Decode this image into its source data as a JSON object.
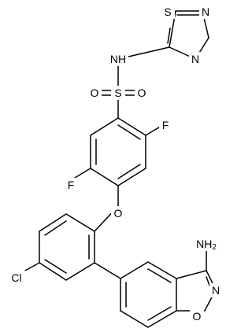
{
  "structure": {
    "atom_labels": {
      "s_ring": "S",
      "n_ring_top": "N",
      "n_ring_bottom": "N",
      "nh": "NH",
      "s_sulfonyl": "S",
      "o_left": "O",
      "o_right": "O",
      "f_upper": "F",
      "f_lower": "F",
      "o_ether": "O",
      "cl": "Cl",
      "nh2": "NH",
      "nh2_subscript": "2",
      "n_isox": "N",
      "o_isox": "O"
    }
  }
}
